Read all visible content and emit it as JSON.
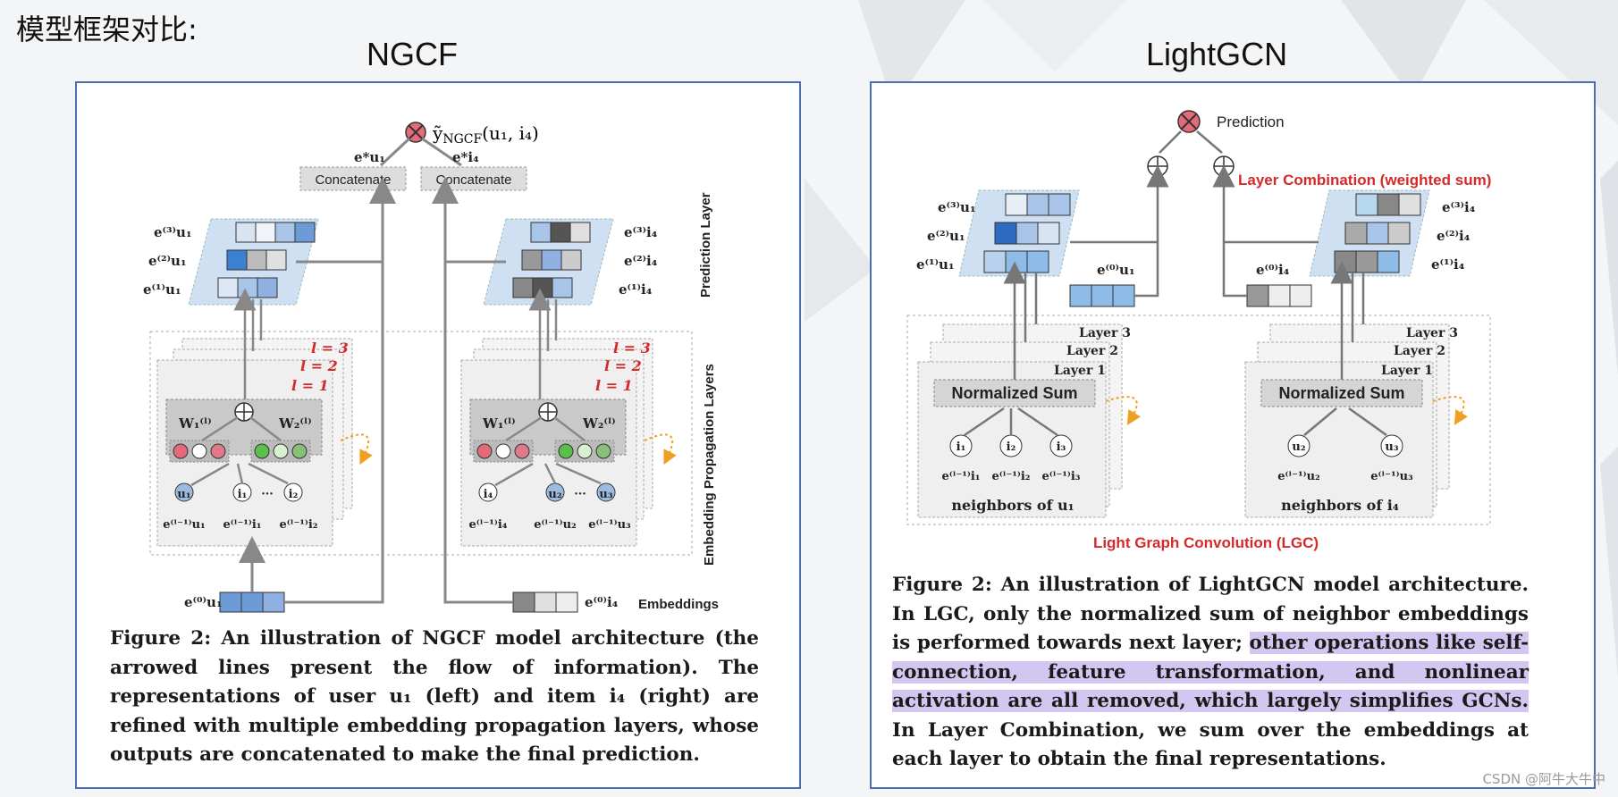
{
  "slide_title": "模型框架对比:",
  "watermark": "CSDN @阿牛大牛中",
  "ngcf": {
    "title": "NGCF",
    "prediction_label": "ỹ",
    "prediction_sub": "NGCF",
    "prediction_args": "(u₁, i₄)",
    "concat_left": "Concatenate",
    "concat_right": "Concatenate",
    "eu_star": "e*u₁",
    "ei_star": "e*i₄",
    "prediction_layer": "Prediction Layer",
    "propagation_layers": "Embedding Propagation Layers",
    "embeddings": "Embeddings",
    "layer_labels": [
      "l = 3",
      "l = 2",
      "l = 1"
    ],
    "w1": "W₁⁽ˡ⁾",
    "w2": "W₂⁽ˡ⁾",
    "left_nodes": [
      "u₁",
      "i₁",
      "i₂"
    ],
    "right_nodes": [
      "i₄",
      "u₂",
      "u₃"
    ],
    "left_prev": [
      "e⁽ˡ⁻¹⁾u₁",
      "e⁽ˡ⁻¹⁾i₁",
      "e⁽ˡ⁻¹⁾i₂"
    ],
    "right_prev": [
      "e⁽ˡ⁻¹⁾i₄",
      "e⁽ˡ⁻¹⁾u₂",
      "e⁽ˡ⁻¹⁾u₃"
    ],
    "left_stack": [
      "e⁽³⁾u₁",
      "e⁽²⁾u₁",
      "e⁽¹⁾u₁"
    ],
    "right_stack": [
      "e⁽³⁾i₄",
      "e⁽²⁾i₄",
      "e⁽¹⁾i₄"
    ],
    "left_input": "e⁽⁰⁾u₁",
    "right_input": "e⁽⁰⁾i₄",
    "dots": "···",
    "caption": [
      {
        "text": "Figure 2: An illustration of NGCF model architecture (the arrowed lines present the flow of information). The representations of user u₁ (left) and item i₄ (right) are refined with multiple embedding propagation layers, whose outputs are concatenated to make the final prediction.",
        "highlight": false
      }
    ]
  },
  "lightgcn": {
    "title": "LightGCN",
    "prediction": "Prediction",
    "layer_combination": "Layer Combination (weighted sum)",
    "lgc": "Light Graph Convolution (LGC)",
    "layer_labels": [
      "Layer 3",
      "Layer 2",
      "Layer 1"
    ],
    "normalized_sum": "Normalized Sum",
    "left_nodes": [
      "i₁",
      "i₂",
      "i₃"
    ],
    "right_nodes": [
      "u₂",
      "u₃"
    ],
    "left_prev": [
      "e⁽ˡ⁻¹⁾i₁",
      "e⁽ˡ⁻¹⁾i₂",
      "e⁽ˡ⁻¹⁾i₃"
    ],
    "right_prev": [
      "e⁽ˡ⁻¹⁾u₂",
      "e⁽ˡ⁻¹⁾u₃"
    ],
    "left_neighbors": "neighbors of u₁",
    "right_neighbors": "neighbors of i₄",
    "left_stack": [
      "e⁽³⁾u₁",
      "e⁽²⁾u₁",
      "e⁽¹⁾u₁"
    ],
    "right_stack": [
      "e⁽³⁾i₄",
      "e⁽²⁾i₄",
      "e⁽¹⁾i₄"
    ],
    "left_zero": "e⁽⁰⁾u₁",
    "right_zero": "e⁽⁰⁾i₄",
    "caption": [
      {
        "text": "Figure 2: An illustration of LightGCN model architecture. In LGC, only the normalized sum of neighbor embeddings is performed towards next layer; ",
        "highlight": false
      },
      {
        "text": "other operations like self-connection, feature transformation, and nonlinear activation are all removed, which largely simplifies GCNs.",
        "highlight": true
      },
      {
        "text": " In Layer Combination, we sum over the embeddings at each layer to obtain the final representations.",
        "highlight": false
      }
    ]
  }
}
